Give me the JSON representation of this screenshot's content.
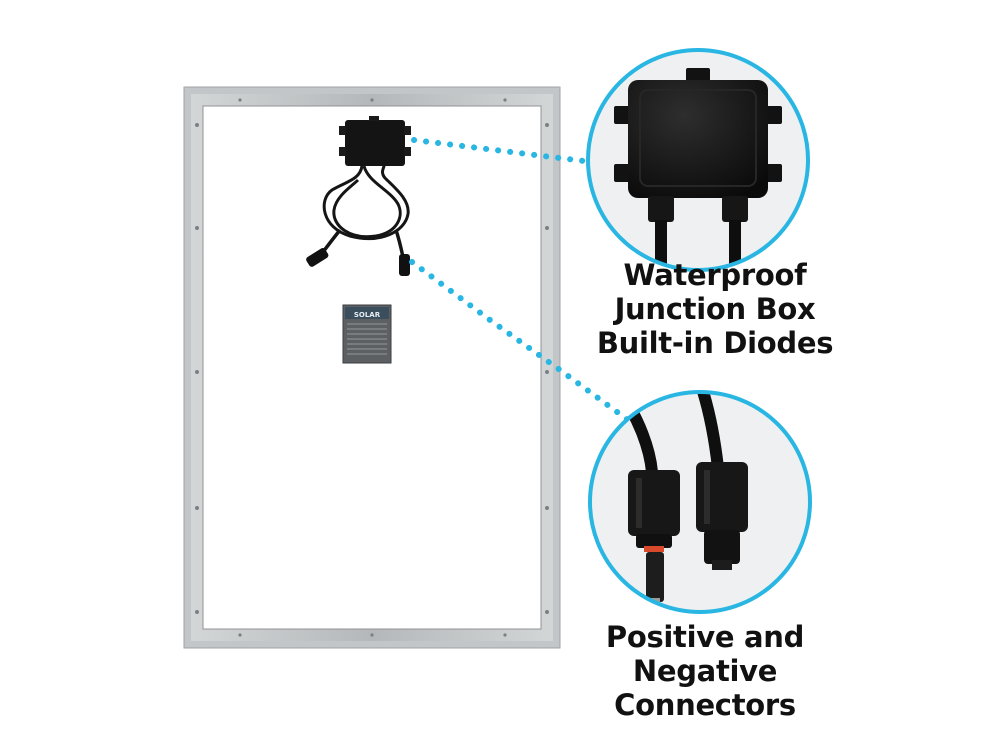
{
  "colors": {
    "accent": "#29b6e3",
    "frame": "#bfc3c4",
    "component": "#111111",
    "background": "#ffffff"
  },
  "icons": [
    "solar-panel-frame",
    "junction-box-icon",
    "mc4-connector-icon",
    "product-label"
  ],
  "product_label": {
    "brand": "SOLAR"
  },
  "callouts": {
    "junction_box": {
      "lines": [
        "Waterproof",
        "Junction Box",
        "Built-in Diodes"
      ]
    },
    "connectors": {
      "lines": [
        "Positive and",
        "Negative",
        "Connectors"
      ]
    }
  }
}
